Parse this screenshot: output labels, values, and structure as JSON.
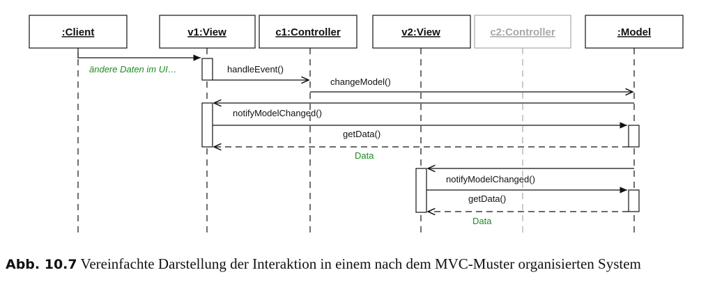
{
  "participants": [
    {
      "id": "client",
      "label": ":Client",
      "faded": false
    },
    {
      "id": "v1",
      "label": "v1:View",
      "faded": false
    },
    {
      "id": "c1",
      "label": "c1:Controller",
      "faded": false
    },
    {
      "id": "v2",
      "label": "v2:View",
      "faded": false
    },
    {
      "id": "c2",
      "label": "c2:Controller",
      "faded": true
    },
    {
      "id": "model",
      "label": ":Model",
      "faded": false
    }
  ],
  "messages": {
    "aendere": "ändere Daten im UI…",
    "handle_event": "handleEvent()",
    "change_model": "changeModel()",
    "notify1": "notifyModelChanged()",
    "getdata1": "getData()",
    "data1": "Data",
    "notify2": "notifyModelChanged()",
    "getdata2": "getData()",
    "data2": "Data"
  },
  "caption": {
    "number": "Abb. 10.7",
    "text": "Vereinfachte Darstellung der Interaktion in einem nach dem MVC-Muster organisierten System"
  },
  "colors": {
    "line": "#111111",
    "faded": "#a8a8a8",
    "note_green": "#1d8a1d"
  }
}
